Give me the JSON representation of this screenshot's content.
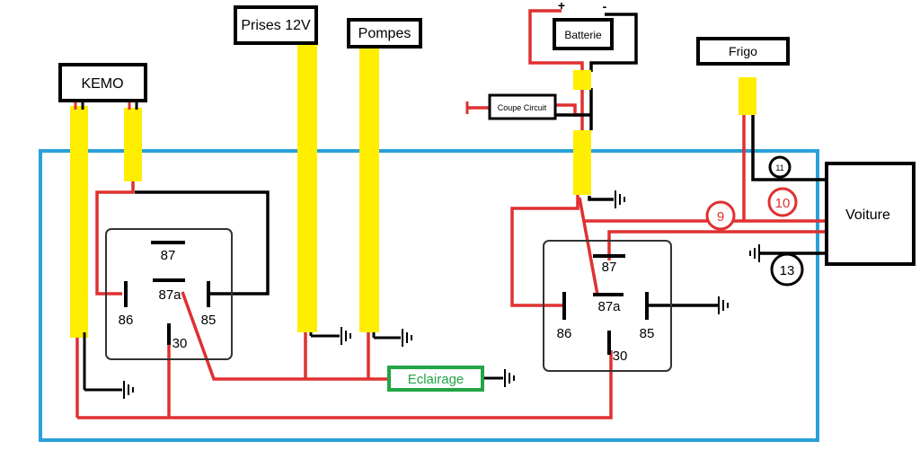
{
  "colors": {
    "frame": "#2aa0d8",
    "wire_red": "#e03030",
    "wire_black": "#000000",
    "connector": "#ffee00",
    "relay_box": "#333333",
    "lighting": "#22a544"
  },
  "labels": {
    "kemo": "KEMO",
    "prises": "Prises 12V",
    "pompes": "Pompes",
    "batterie": "Batterie",
    "batterie_plus": "+",
    "batterie_minus": "-",
    "coupe_circuit": "Coupe Circuit",
    "frigo": "Frigo",
    "voiture": "Voiture",
    "eclairage": "Eclairage"
  },
  "relay_left": {
    "pin87": "87",
    "pin87a": "87a",
    "pin86": "86",
    "pin85": "85",
    "pin30": "30"
  },
  "relay_right": {
    "pin87": "87",
    "pin87a": "87a",
    "pin86": "86",
    "pin85": "85",
    "pin30": "30"
  },
  "wire_numbers": {
    "n9": "9",
    "n10": "10",
    "n11": "11",
    "n13": "13"
  }
}
